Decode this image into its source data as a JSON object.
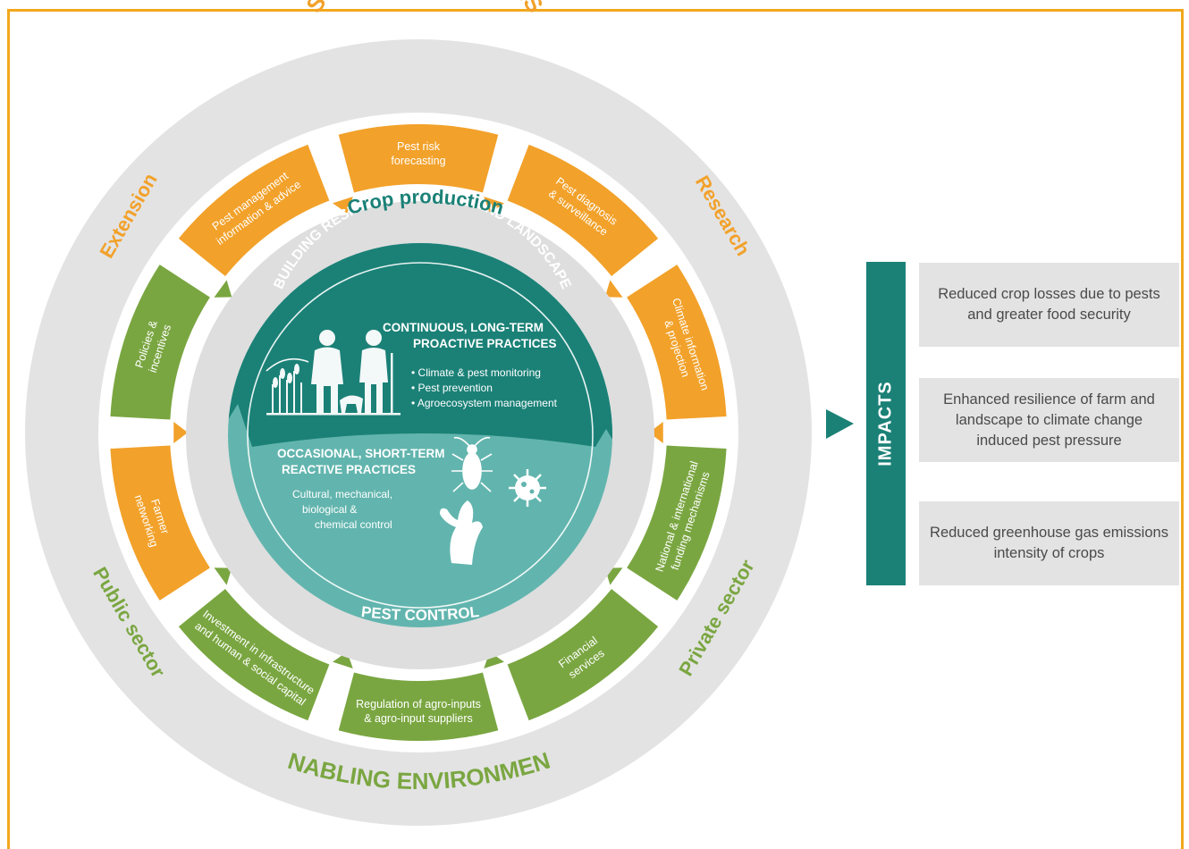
{
  "ring_labels": {
    "support_functions": "SUPPORT FUNCTIONS",
    "enabling_environment": "ENABLING ENVIRONMENT",
    "extension": "Extension",
    "research": "Research",
    "public_sector": "Public sector",
    "private_sector": "Private sector"
  },
  "support_segments": [
    {
      "lines": [
        "Pest risk",
        "forecasting"
      ]
    },
    {
      "lines": [
        "Pest diagnosis",
        "& surveillance"
      ]
    },
    {
      "lines": [
        "Climate information",
        "& projection"
      ]
    },
    {
      "lines": [
        "Farmer",
        "networking"
      ]
    },
    {
      "lines": [
        "Pest management",
        "information & advice"
      ]
    }
  ],
  "enabling_segments": [
    {
      "lines": [
        "National & international",
        "funding mechanisms"
      ]
    },
    {
      "lines": [
        "Financial",
        "services"
      ]
    },
    {
      "lines": [
        "Regulation of agro-inputs",
        "& agro-input suppliers"
      ]
    },
    {
      "lines": [
        "Investment in infrastructure",
        "and human & social capital"
      ]
    },
    {
      "lines": [
        "Policies &",
        "incentives"
      ]
    }
  ],
  "core": {
    "crop_production": "Crop production",
    "pest_control": "PEST CONTROL",
    "arc_title": "BUILDING RESILIENCE OF FARM AND LANDSCAPE",
    "proactive_head": [
      "CONTINUOUS, LONG-TERM",
      "PROACTIVE PRACTICES"
    ],
    "proactive_items": [
      "• Climate & pest monitoring",
      "• Pest prevention",
      "• Agroecosystem management"
    ],
    "reactive_head": [
      "OCCASIONAL, SHORT-TERM",
      "REACTIVE PRACTICES"
    ],
    "reactive_items": [
      "Cultural, mechanical,",
      "biological &",
      "chemical control"
    ]
  },
  "impacts": {
    "title": "IMPACTS",
    "items": [
      "Reduced crop losses due to pests and greater food security",
      "Enhanced resilience of farm and landscape to climate change induced pest pressure",
      "Reduced greenhouse gas emissions intensity of crops"
    ]
  },
  "colors": {
    "frame": "#f2a81d",
    "orange": "#f2a12a",
    "green": "#7aa641",
    "teal_dark": "#1b8177",
    "teal_light": "#62b5ae",
    "ring_grey": "#e3e3e3"
  }
}
